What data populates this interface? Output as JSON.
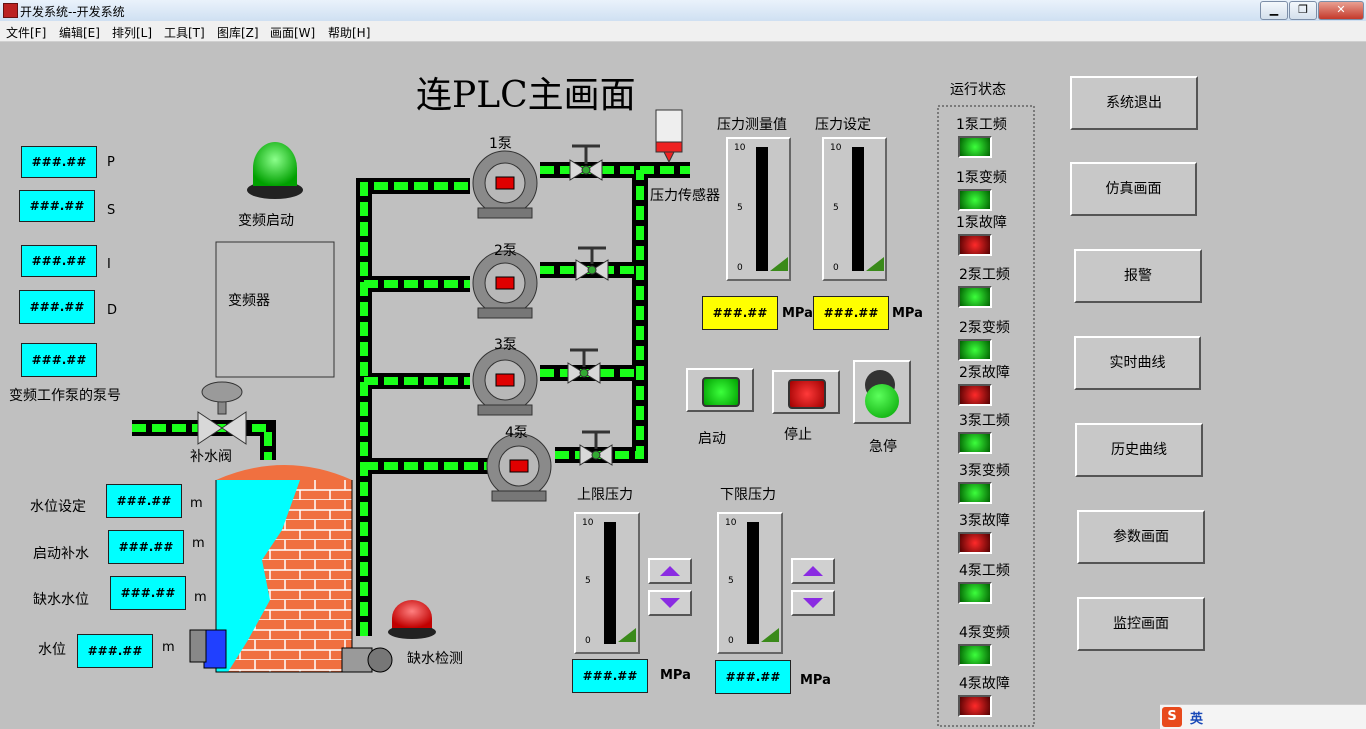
{
  "window": {
    "title": "开发系统--开发系统"
  },
  "menu": [
    "文件[F]",
    "编辑[E]",
    "排列[L]",
    "工具[T]",
    "图库[Z]",
    "画面[W]",
    "帮助[H]"
  ],
  "screen": {
    "title": "连PLC主画面",
    "placeholder": "###.##",
    "pid": {
      "p": "P",
      "s": "S",
      "i": "I",
      "d": "D"
    },
    "pump_no_label": "变频工作泵的泵号",
    "vfd_start_label": "变频启动",
    "vfd_label": "变频器",
    "valve_label": "补水阀",
    "levels": {
      "set": "水位设定",
      "refill": "启动补水",
      "shortage": "缺水水位",
      "level": "水位",
      "unit": "m"
    },
    "shortage_detect": "缺水检测",
    "pumps": [
      "1泵",
      "2泵",
      "3泵",
      "4泵"
    ],
    "sensor_label": "压力传感器",
    "pressure_measure": "压力测量值",
    "pressure_set": "压力设定",
    "pressure_unit": "MPa",
    "upper_limit": "上限压力",
    "lower_limit": "下限压力",
    "gauge_ticks": {
      "max": "10",
      "mid": "5",
      "min": "0"
    },
    "start_label": "启动",
    "stop_label": "停止",
    "estop_label": "急停",
    "status_title": "运行状态",
    "status_items": [
      {
        "label": "1泵工频",
        "color": "#00c000"
      },
      {
        "label": "1泵变频",
        "color": "#00c000"
      },
      {
        "label": "1泵故障",
        "color": "#c00000"
      },
      {
        "label": "2泵工频",
        "color": "#00c000"
      },
      {
        "label": "2泵变频",
        "color": "#00c000"
      },
      {
        "label": "2泵故障",
        "color": "#c00000"
      },
      {
        "label": "3泵工频",
        "color": "#00c000"
      },
      {
        "label": "3泵变频",
        "color": "#00c000"
      },
      {
        "label": "3泵故障",
        "color": "#c00000"
      },
      {
        "label": "4泵工频",
        "color": "#00c000"
      },
      {
        "label": "4泵变频",
        "color": "#00c000"
      },
      {
        "label": "4泵故障",
        "color": "#c00000"
      }
    ],
    "nav": [
      "系统退出",
      "仿真画面",
      "报警",
      "实时曲线",
      "历史曲线",
      "参数画面",
      "监控画面"
    ]
  },
  "taskbar": {
    "ime": "英"
  }
}
